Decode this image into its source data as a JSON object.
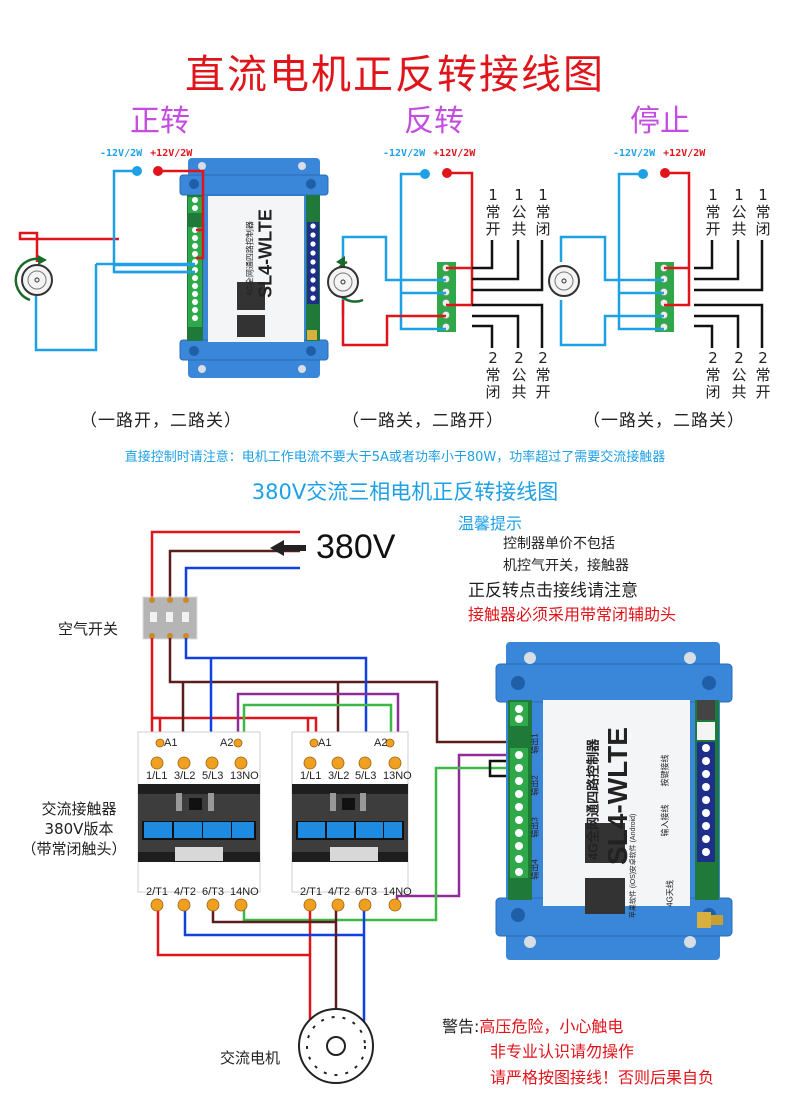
{
  "title": "直流电机正反转接线图",
  "dc_section": {
    "modes": [
      {
        "label": "正转",
        "state": "（一路开，二路关）"
      },
      {
        "label": "反转",
        "state": "（一路关，二路开）"
      },
      {
        "label": "停止",
        "state": "（一路关，二路关）"
      }
    ],
    "power_neg": "-12V/2W",
    "power_pos": "+12V/2W",
    "relay_top_labels": [
      "1常开",
      "1公共",
      "1常闭"
    ],
    "relay_bottom_labels": [
      "2常闭",
      "2公共",
      "2常开"
    ],
    "controller_model": "SL4-WLTE",
    "controller_name": "4G全网通四路控制器",
    "note": "直接控制时请注意：电机工作电流不要大于5A或者功率小于80W，功率超过了需要交流接触器"
  },
  "ac_section": {
    "title": "380V交流三相电机正反转接线图",
    "supply_label": "380V",
    "breaker_label": "空气开关",
    "contactor_label": [
      "交流接触器",
      "380V版本",
      "（带常闭触头）"
    ],
    "contactor_top_terminals": [
      "1/L1",
      "3/L2",
      "5/L3",
      "13NO"
    ],
    "contactor_bottom_terminals": [
      "2/T1",
      "4/T2",
      "6/T3",
      "14NO"
    ],
    "coil_terminals": [
      "A1",
      "A2"
    ],
    "motor_label": "交流电机",
    "tips_heading": "温馨提示",
    "tips": [
      "控制器单价不包括",
      "机控气开关，接触器"
    ],
    "tip_wiring": "正反转点击接线请注意",
    "tip_red": "接触器必须采用带常闭辅助头",
    "controller_model": "SL4-WLTE",
    "controller_name": "4G全网通四路控制器",
    "controller_outputs": [
      "输出1",
      "输出2",
      "输出3",
      "输出4"
    ],
    "controller_inputs": [
      "按键接线",
      "输入接线"
    ],
    "controller_apps": [
      "安卓软件 (Android)",
      "苹果软件 (iOS)"
    ],
    "antenna_label": "4G天线",
    "warning_heading": "警告:",
    "warnings": [
      "高压危险，小心触电",
      "非专业认识请勿操作",
      "请严格按图接线！否则后果自负"
    ]
  },
  "colors": {
    "title_red": "#e0141b",
    "mode_purple": "#c44ce0",
    "info_blue": "#1ea0e6",
    "wire_red": "#e0141b",
    "wire_blue": "#1ea0e6",
    "wire_brown": "#5a1e1e",
    "wire_phase_blue": "#1040e0",
    "wire_green": "#3cb848",
    "wire_purple": "#902c98",
    "controller_blue": "#3a86d8",
    "terminal_green": "#2fa84a"
  }
}
